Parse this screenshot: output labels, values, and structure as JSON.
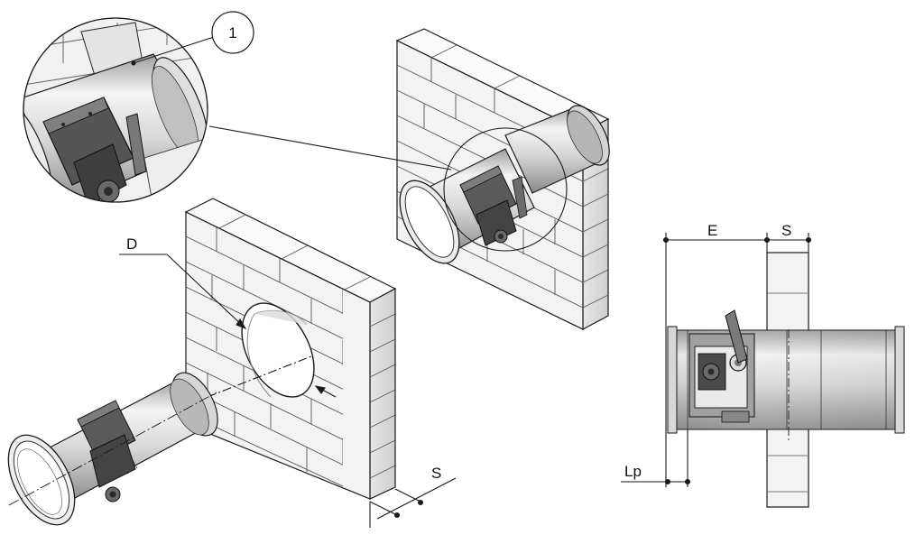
{
  "labels": {
    "callout_number": "1",
    "diameter": "D",
    "wall_thickness_left": "S",
    "extension": "E",
    "wall_thickness_right": "S",
    "lp": "Lp"
  },
  "colors": {
    "line": "#1a1a1a",
    "brick_face": "#f2f2f2",
    "brick_top": "#fafafa",
    "brick_side": "#d9d9d9",
    "metal_light": "#e6e6e6",
    "metal_dark": "#9a9a9a",
    "actuator": "#4a4a4a"
  }
}
